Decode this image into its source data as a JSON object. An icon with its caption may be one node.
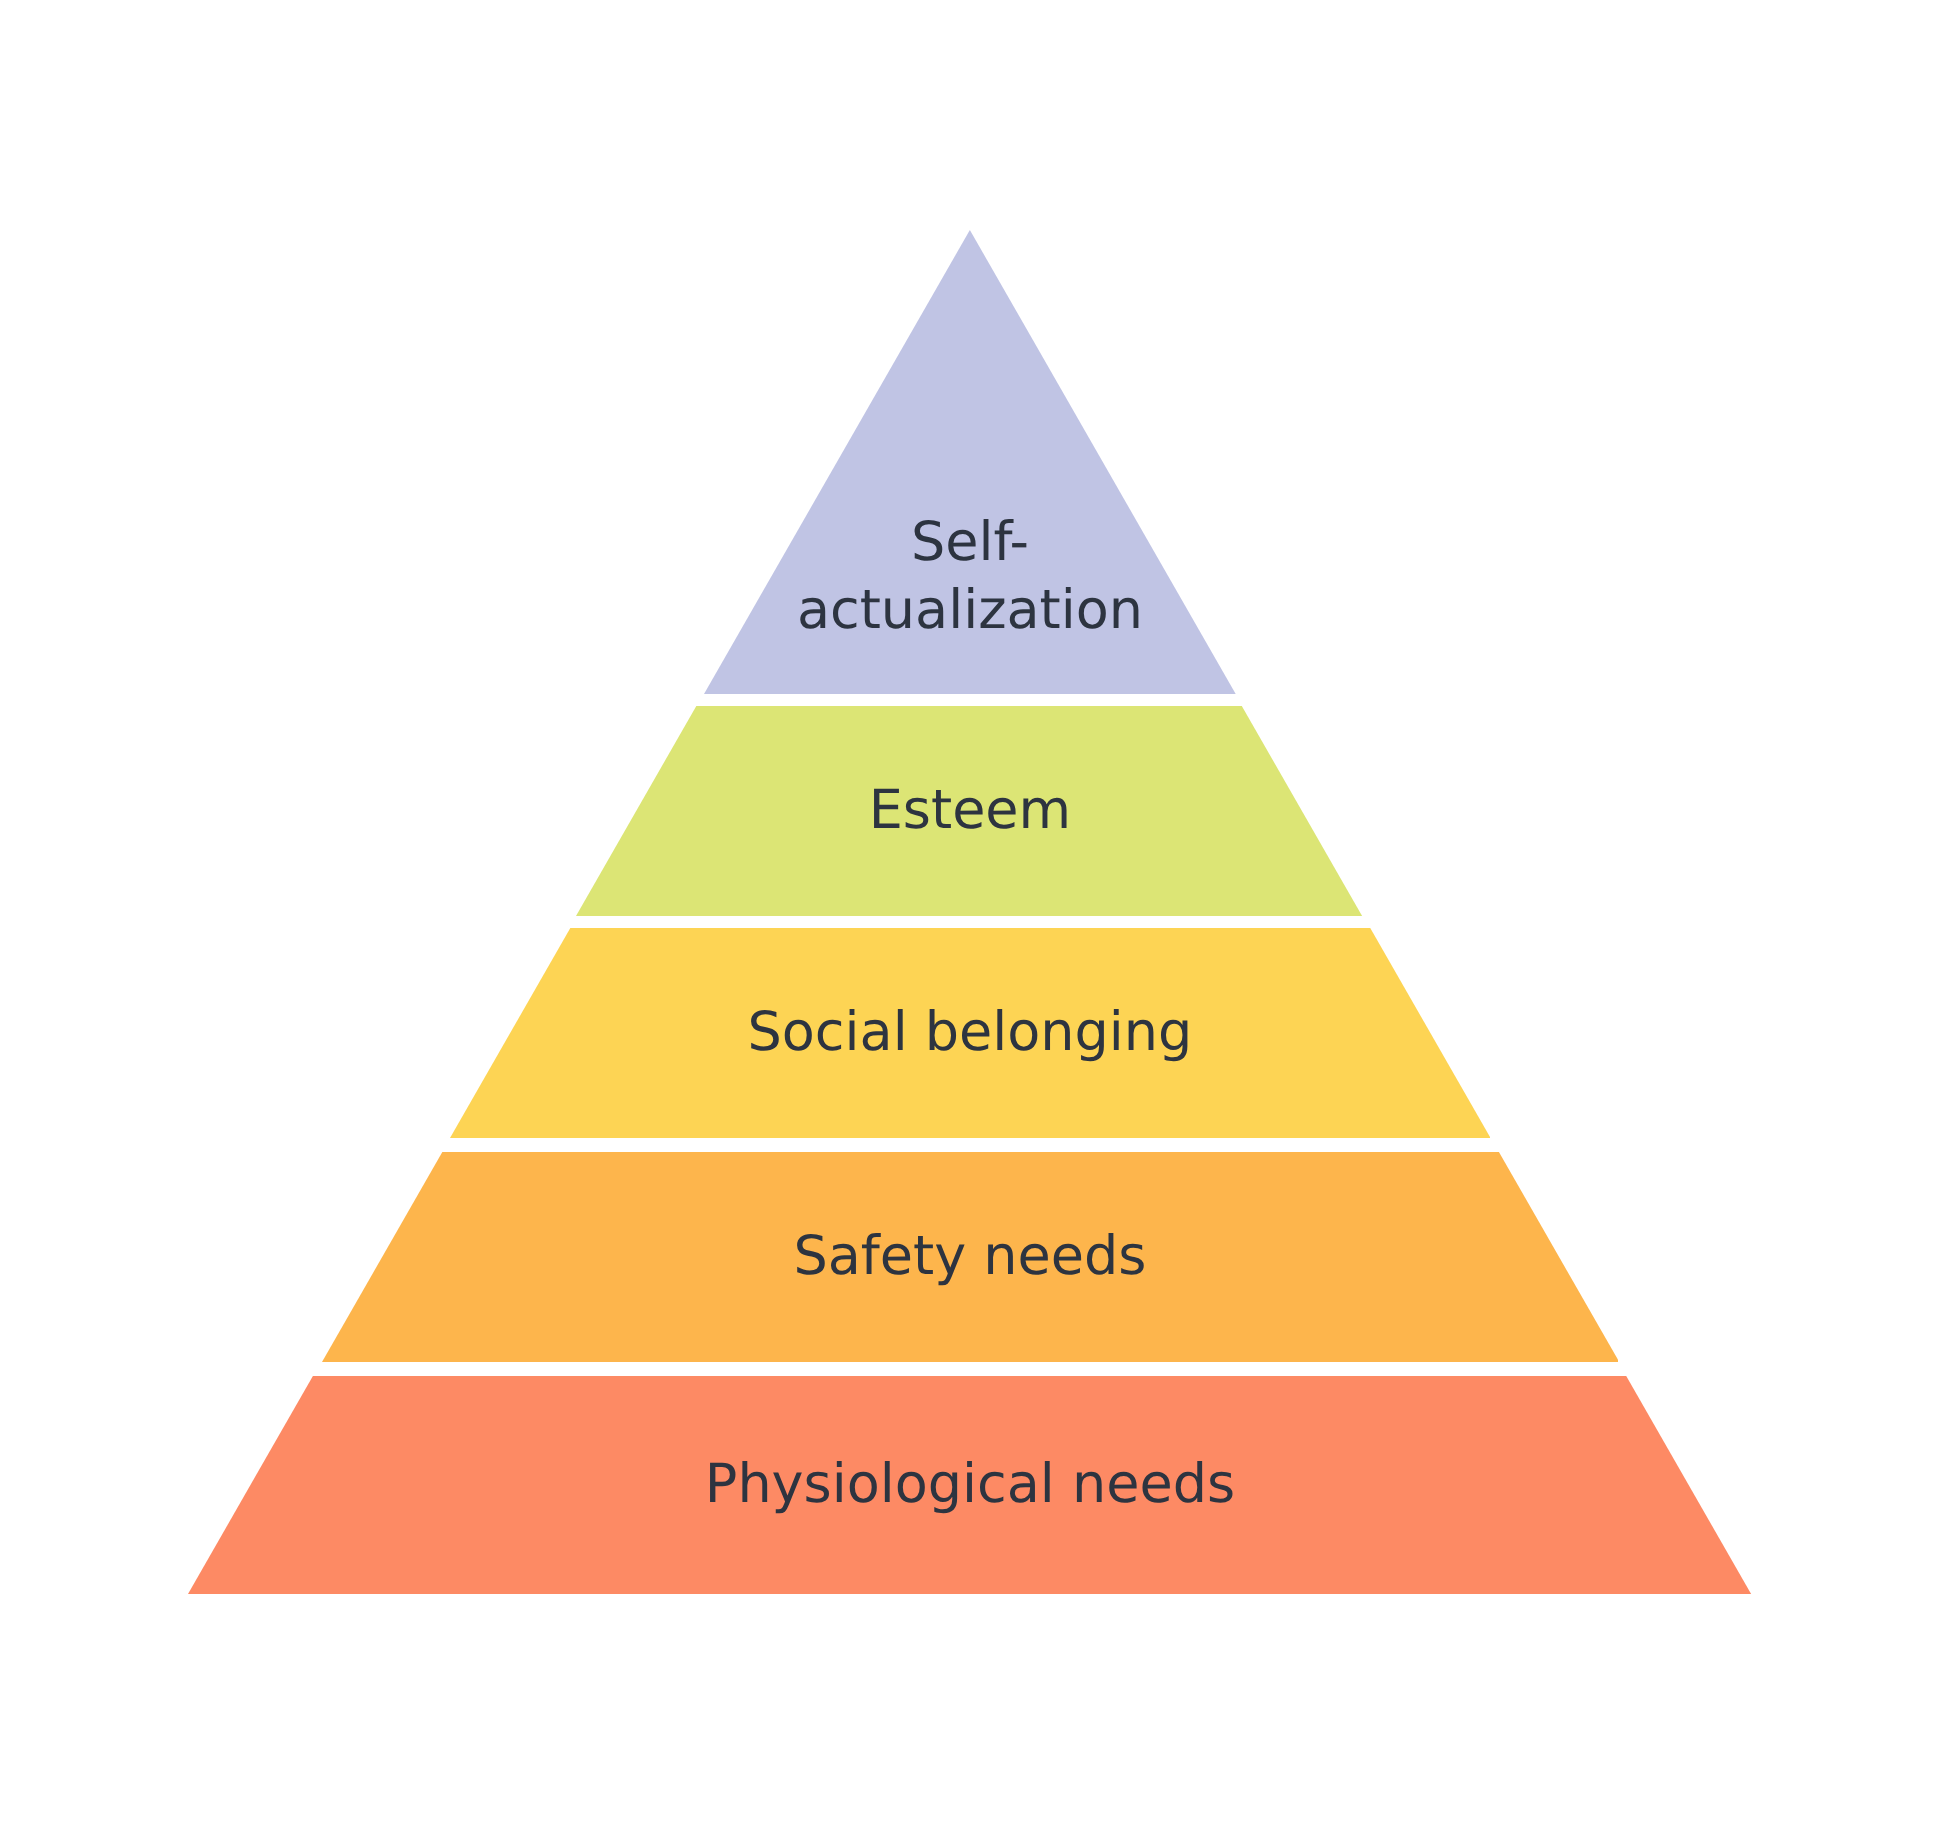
{
  "diagram": {
    "nodes": [
      {
        "text": [
          "Self-actualization"
        ]
      },
      {
        "text": [
          "Esteem"
        ]
      },
      {
        "text": [
          "Social belonging"
        ]
      },
      {
        "text": [
          "Safety needs"
        ]
      },
      {
        "text": [
          "Physiological needs"
        ]
      }
    ]
  }
}
